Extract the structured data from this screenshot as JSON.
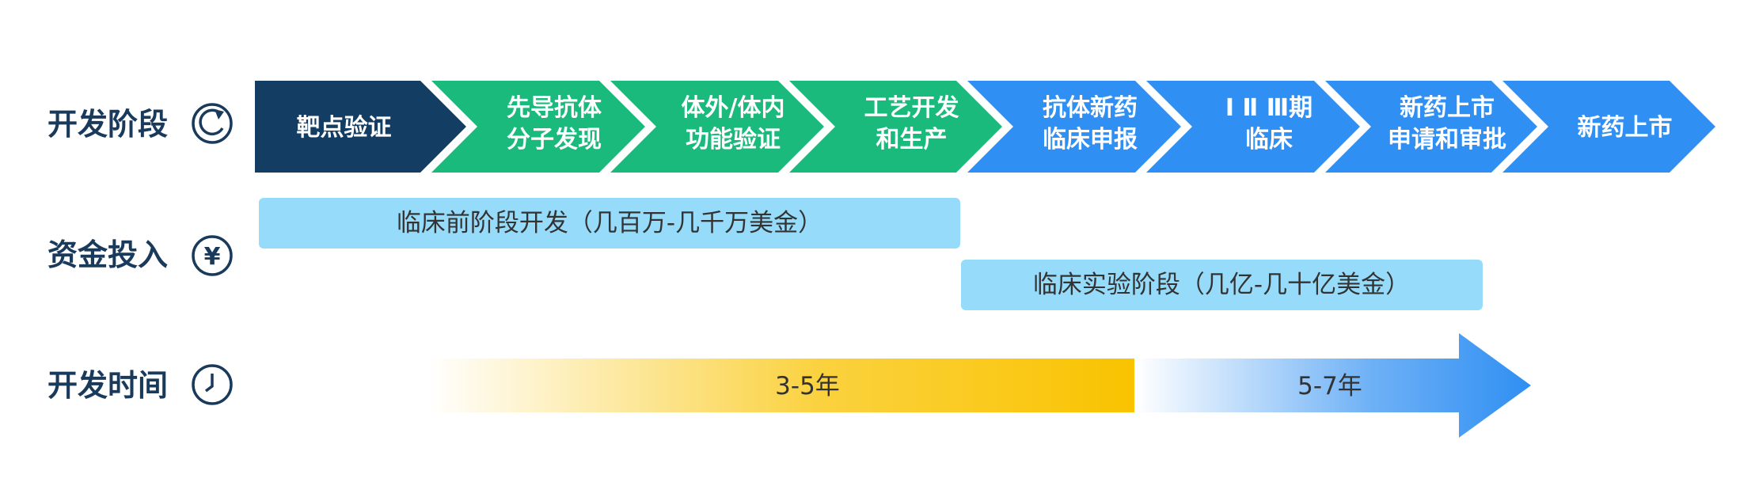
{
  "rows": {
    "stage_label": "开发阶段",
    "funding_label": "资金投入",
    "time_label": "开发时间"
  },
  "stages": [
    {
      "lines": [
        "靶点验证"
      ],
      "color": "#133d63"
    },
    {
      "lines": [
        "先导抗体",
        "分子发现"
      ],
      "color": "#1ab97c"
    },
    {
      "lines": [
        "体外/体内",
        "功能验证"
      ],
      "color": "#1ab97c"
    },
    {
      "lines": [
        "工艺开发",
        "和生产"
      ],
      "color": "#1ab97c"
    },
    {
      "lines": [
        "抗体新药",
        "临床申报"
      ],
      "color": "#2f8ff2"
    },
    {
      "lines": [
        "Ⅰ Ⅱ Ⅲ期",
        "临床"
      ],
      "color": "#2f8ff2"
    },
    {
      "lines": [
        "新药上市",
        "申请和审批"
      ],
      "color": "#2f8ff2"
    },
    {
      "lines": [
        "新药上市"
      ],
      "color": "#2f8ff2"
    }
  ],
  "funding": [
    {
      "label": "临床前阶段开发（几百万-几千万美金）",
      "color": "#96dcfa"
    },
    {
      "label": "临床实验阶段（几亿-几十亿美金）",
      "color": "#96dcfa"
    }
  ],
  "timeline": [
    {
      "label": "3-5年",
      "color": "#f9c300"
    },
    {
      "label": "5-7年",
      "color": "#2f8ff2"
    }
  ],
  "icons": {
    "stage": "refresh-icon",
    "funding": "yen-icon",
    "yen_glyph": "¥",
    "time": "clock-icon"
  }
}
